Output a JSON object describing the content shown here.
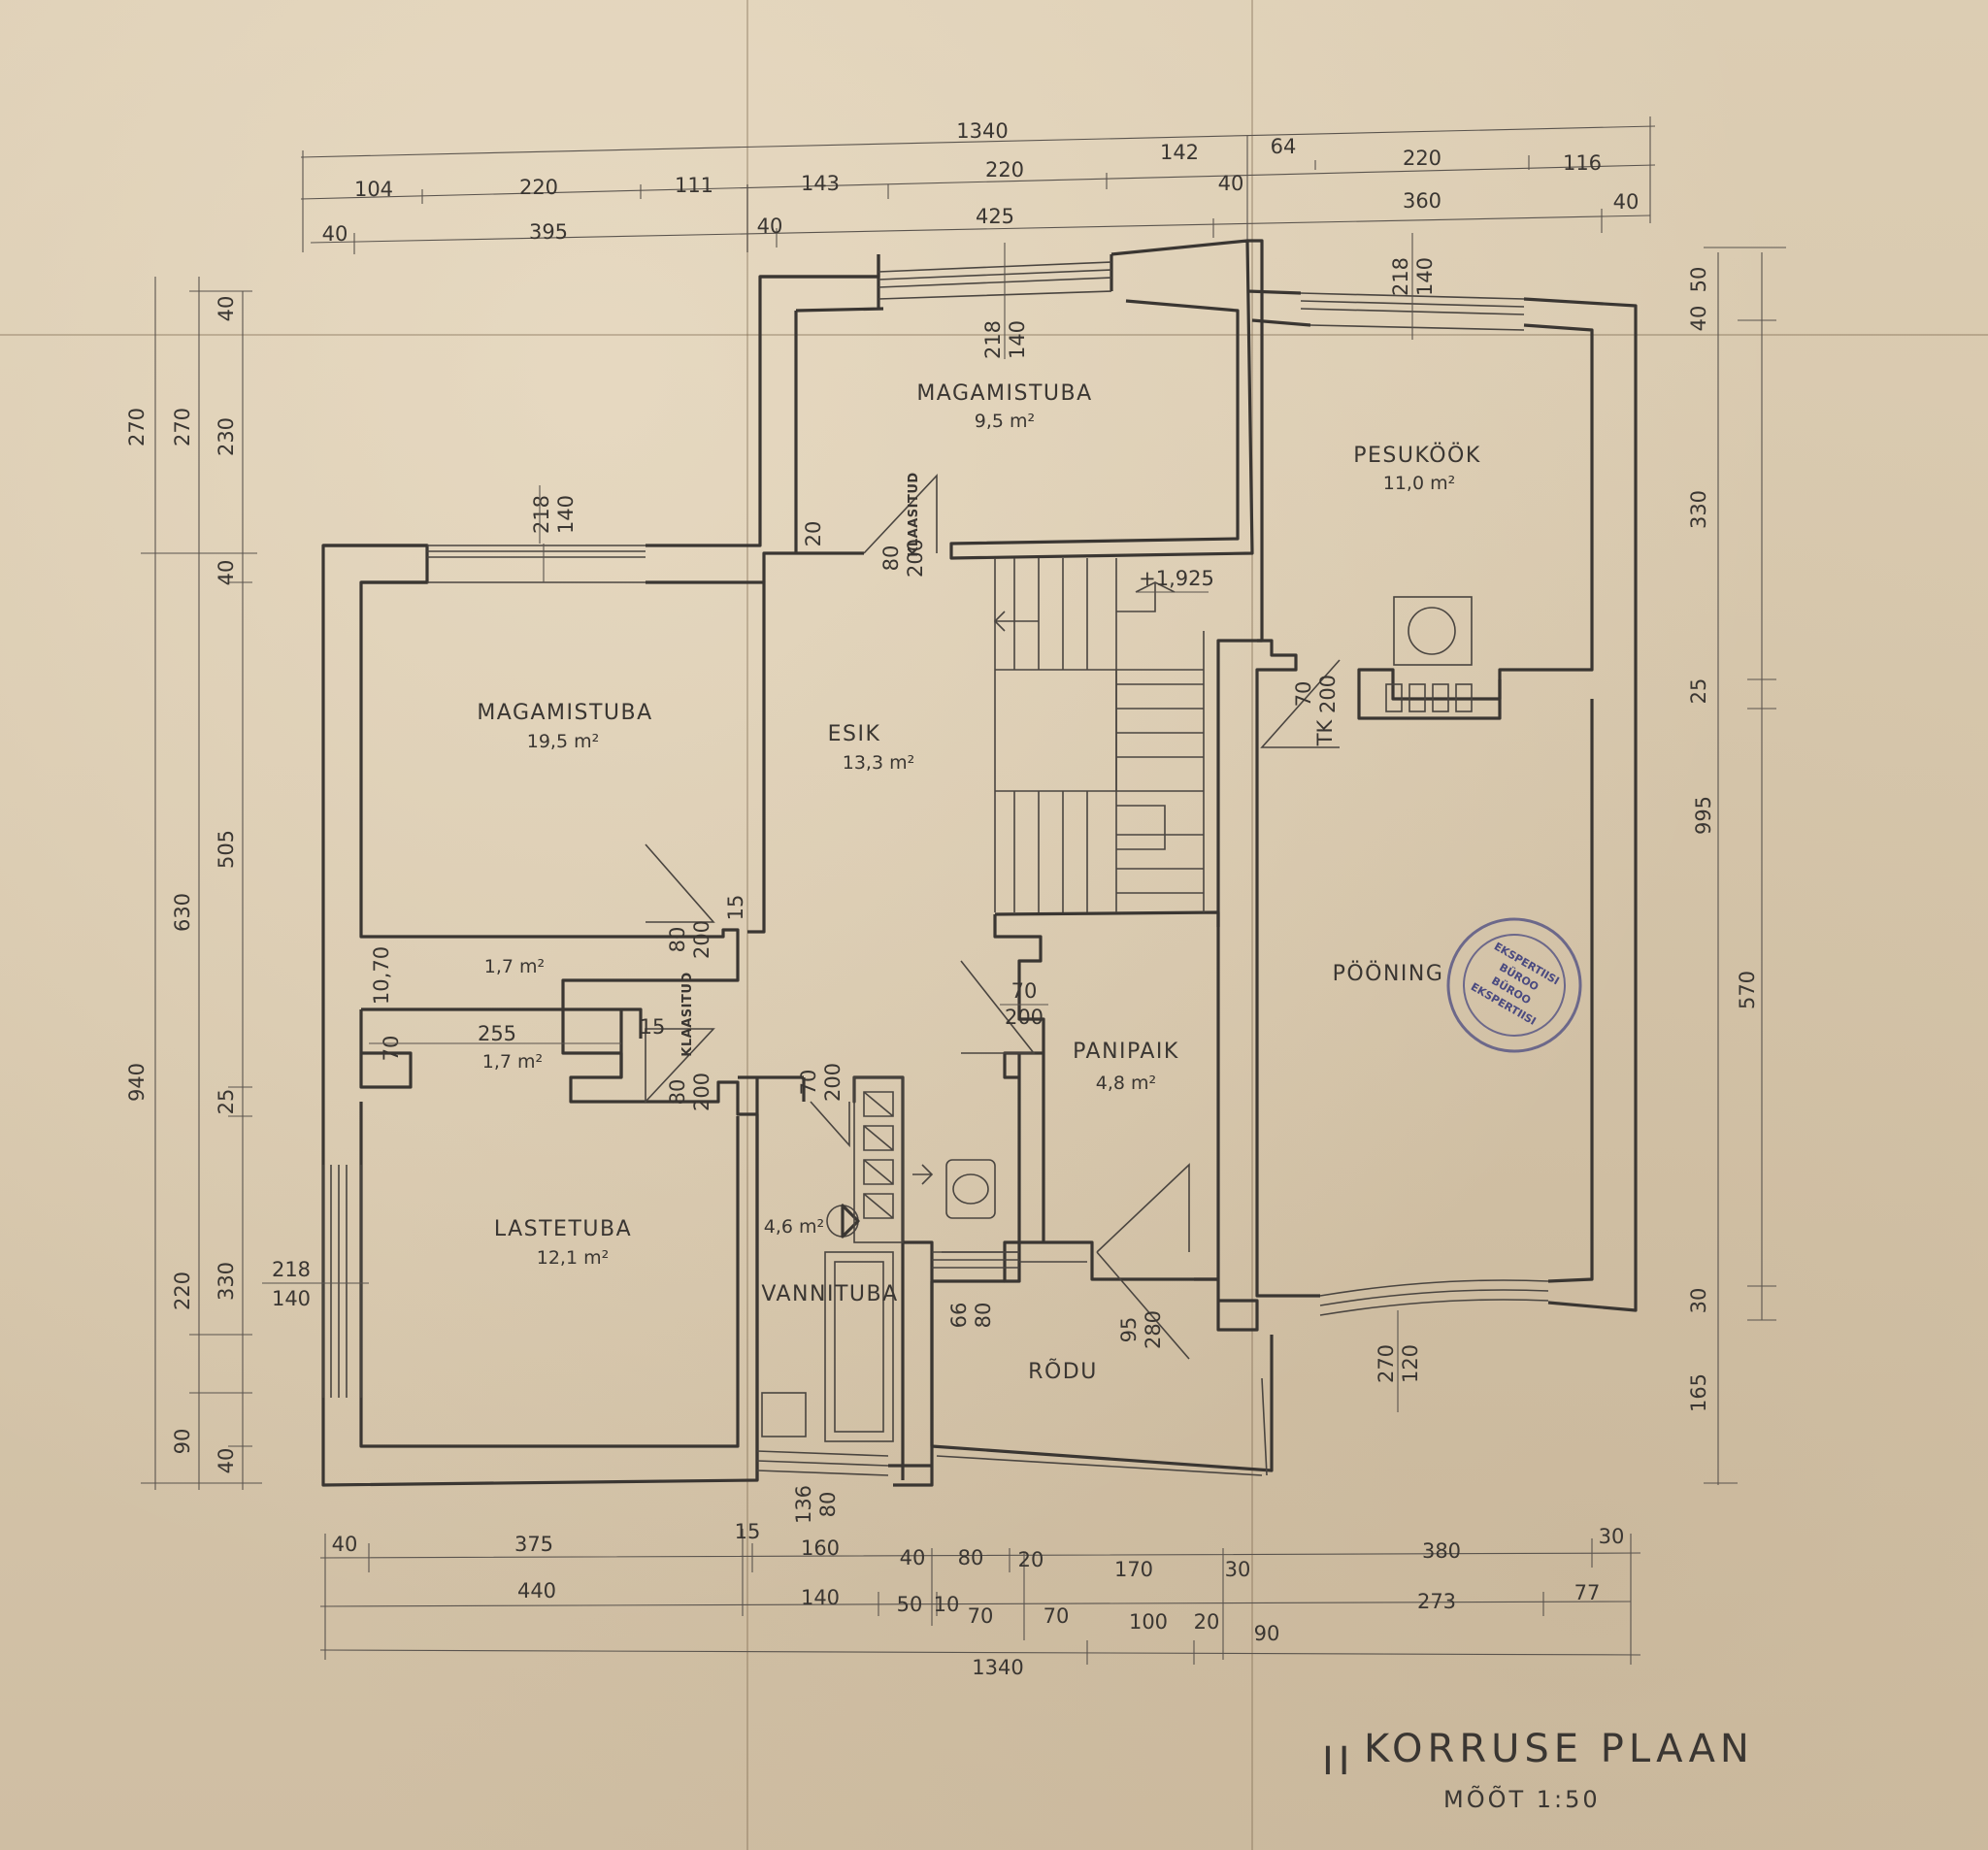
{
  "title": {
    "roman": "II",
    "main": "KORRUSE  PLAAN",
    "scale": "MÕÕT  1:50"
  },
  "rooms": {
    "bedroom_north": {
      "name": "MAGAMISTUBA",
      "area": "9,5 m²"
    },
    "laundry": {
      "name": "PESUKÖÖK",
      "area": "11,0 m²"
    },
    "bedroom_west": {
      "name": "MAGAMISTUBA",
      "area": "19,5 m²"
    },
    "hall": {
      "name": "ESIK",
      "area": "13,3 m²"
    },
    "closet_upper": {
      "area": "1,7 m²"
    },
    "closet_lower": {
      "area": "1,7 m²"
    },
    "attic": {
      "name": "PÖÖNING"
    },
    "pantry": {
      "name": "PANIPAIK",
      "area": "4,8 m²"
    },
    "kids_room": {
      "name": "LASTETUBA",
      "area": "12,1 m²"
    },
    "bathroom": {
      "name": "VANNITUBA",
      "area": "4,6 m²"
    },
    "balcony": {
      "name": "RÕDU"
    }
  },
  "annotations": {
    "glazed_1": "KLAASITUD",
    "glazed_2": "KLAASITUD",
    "level": "+1,925",
    "tk": "TK"
  },
  "openings": {
    "win_north_1": [
      "218",
      "140"
    ],
    "win_north_2": [
      "218",
      "140"
    ],
    "win_west_bed": [
      "218",
      "140"
    ],
    "win_kids": [
      "218",
      "140"
    ],
    "win_attic": [
      "270",
      "120"
    ],
    "door_north_bed": [
      "80",
      "200"
    ],
    "door_west_bed": [
      "80",
      "200"
    ],
    "door_closet": [
      "80",
      "200"
    ],
    "door_bath": [
      "70",
      "200"
    ],
    "door_pantry": [
      "70",
      "200"
    ],
    "door_attic": [
      "70",
      "200"
    ],
    "door_balcony": [
      "95",
      "280"
    ],
    "win_bath": [
      "136",
      "80"
    ],
    "win_stair": [
      "66",
      "80"
    ],
    "small_20": "20",
    "small_15a": "15",
    "small_15b": "15",
    "small_70": "70",
    "small_1070": "10,70",
    "small_255": "255"
  },
  "dims_top": {
    "overall": "1340",
    "row1": [
      "104",
      "220",
      "111",
      "143",
      "220",
      "142",
      "64",
      "220",
      "116"
    ],
    "row2a": [
      "40",
      "395",
      "40",
      "425",
      "40",
      "360",
      "40"
    ]
  },
  "dims_bottom": {
    "row1": [
      "40",
      "375",
      "15",
      "160",
      "40",
      "80",
      "20",
      "170",
      "30",
      "380",
      "30"
    ],
    "row2": [
      "440",
      "140",
      "50",
      "10",
      "70",
      "70",
      "100",
      "20",
      "90",
      "273",
      "77"
    ],
    "overall": "1340"
  },
  "dims_left": {
    "outer": [
      "270",
      "940"
    ],
    "mid": [
      "270",
      "630",
      "220",
      "90"
    ],
    "inner": [
      "40",
      "230",
      "40",
      "505",
      "25",
      "330",
      "40"
    ]
  },
  "dims_right": {
    "outer": [
      "995"
    ],
    "inner": [
      "40",
      "50",
      "330",
      "25",
      "570",
      "30",
      "165"
    ]
  },
  "stamp": {
    "lines": [
      "EKSPERTIISI",
      "BÜROO",
      "BÜROO",
      "EKSPERTIISI"
    ]
  }
}
